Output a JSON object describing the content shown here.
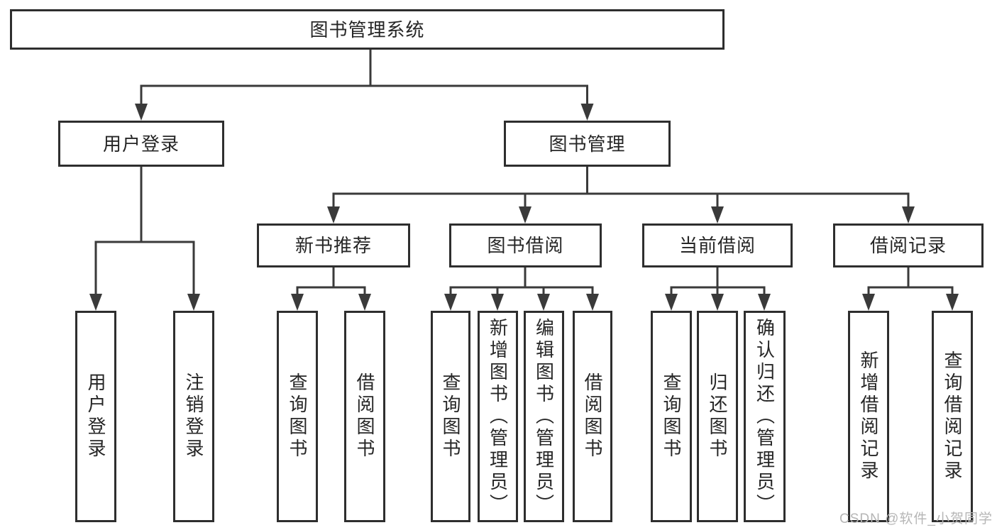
{
  "diagram": {
    "title": "图书管理系统",
    "type": "hierarchy-tree",
    "hierarchy": {
      "图书管理系统": {
        "用户登录": [
          "用户登录",
          "注销登录"
        ],
        "图书管理": {
          "新书推荐": [
            "查询图书",
            "借阅图书"
          ],
          "图书借阅": [
            "查询图书",
            "新增图书（管理员）",
            "编辑图书（管理员）",
            "借阅图书"
          ],
          "当前借阅": [
            "查询图书",
            "归还图书",
            "确认归还（管理员）"
          ],
          "借阅记录": [
            "新增借阅记录",
            "查询借阅记录"
          ]
        }
      }
    }
  },
  "nodes": {
    "root": {
      "label": "图书管理系统"
    },
    "login": {
      "label": "用户登录"
    },
    "mgmt": {
      "label": "图书管理"
    },
    "rec": {
      "label": "新书推荐"
    },
    "borrow": {
      "label": "图书借阅"
    },
    "current": {
      "label": "当前借阅"
    },
    "record": {
      "label": "借阅记录"
    },
    "login_leaf1": {
      "label": "用户登录"
    },
    "login_leaf2": {
      "label": "注销登录"
    },
    "rec_leaf1": {
      "label": "查询图书"
    },
    "rec_leaf2": {
      "label": "借阅图书"
    },
    "borrow_leaf1": {
      "label": "查询图书"
    },
    "borrow_leaf2": {
      "label": "新增图书（管理员）"
    },
    "borrow_leaf3": {
      "label": "编辑图书（管理员）"
    },
    "borrow_leaf4": {
      "label": "借阅图书"
    },
    "current_leaf1": {
      "label": "查询图书"
    },
    "current_leaf2": {
      "label": "归还图书"
    },
    "current_leaf3": {
      "label": "确认归还（管理员）"
    },
    "record_leaf1": {
      "label": "新增借阅记录"
    },
    "record_leaf2": {
      "label": "查询借阅记录"
    }
  },
  "watermark": {
    "text": "CSDN @软件_小贺同学"
  },
  "colors": {
    "background": "#ffffff",
    "line": "#3a3a3a",
    "box_border": "#2e2e2e",
    "text": "#262626",
    "watermark": "#b6b6b6"
  }
}
